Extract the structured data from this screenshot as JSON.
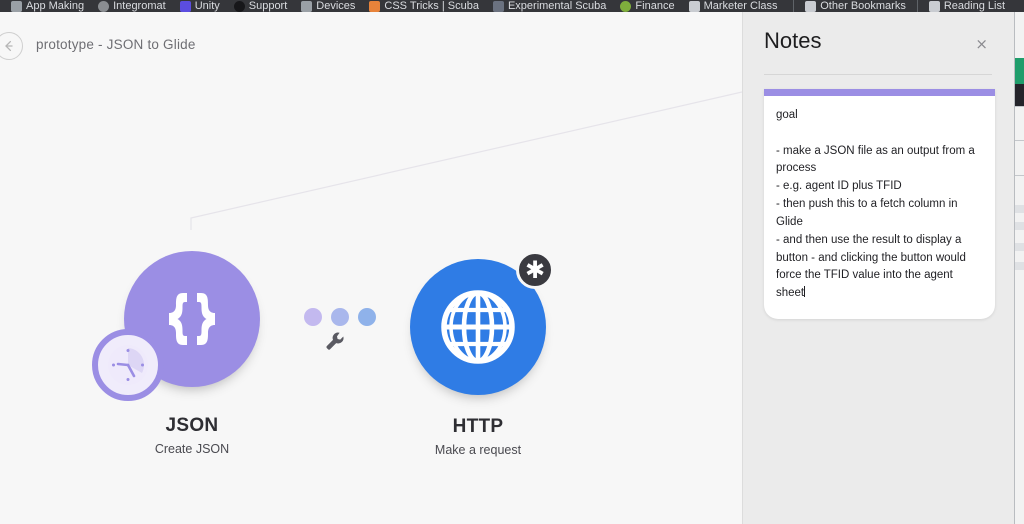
{
  "browser": {
    "bookmarks": [
      {
        "label": "App Making",
        "icon": "favicon-grey"
      },
      {
        "label": "Integromat",
        "icon": "favicon-circle"
      },
      {
        "label": "Unity",
        "icon": "favicon-blue"
      },
      {
        "label": "Support",
        "icon": "favicon-black"
      },
      {
        "label": "Devices",
        "icon": "favicon-grey"
      },
      {
        "label": "CSS Tricks | Scuba",
        "icon": "favicon-orange"
      },
      {
        "label": "Experimental Scuba",
        "icon": "favicon-slate"
      },
      {
        "label": "Finance",
        "icon": "favicon-green"
      },
      {
        "label": "Marketer Class",
        "icon": "favicon-white"
      }
    ],
    "right_items": [
      {
        "label": "Other Bookmarks",
        "icon": "folder-icon"
      },
      {
        "label": "Reading List",
        "icon": "reading-list-icon"
      }
    ]
  },
  "scenario": {
    "back_label": "back-arrow",
    "title": "prototype - JSON to Glide",
    "modules": [
      {
        "name": "JSON",
        "subtitle": "Create JSON",
        "icon": "curly-braces-icon",
        "color": "#9b8ee4",
        "nub_color": "#c9c0f0",
        "badge": "clock-icon"
      },
      {
        "name": "HTTP",
        "subtitle": "Make a request",
        "icon": "globe-icon",
        "color": "#2f7ce5",
        "nub_color": "#aecdf4",
        "badge": "asterisk-icon"
      }
    ],
    "connector": {
      "dots": [
        "#c3b9ef",
        "#a9b7ec",
        "#8fb2ea"
      ],
      "tool_icon": "wrench-icon"
    }
  },
  "notes": {
    "title": "Notes",
    "close_label": "×",
    "card": {
      "stripe_color": "#9b8ee4",
      "text": "goal\n\n- make a JSON file as an output from a process\n- e.g. agent ID plus TFID\n- then push this to a fetch column in Glide\n- and then use the result to display a button - and clicking the button would force the TFID value into the agent sheet"
    }
  }
}
